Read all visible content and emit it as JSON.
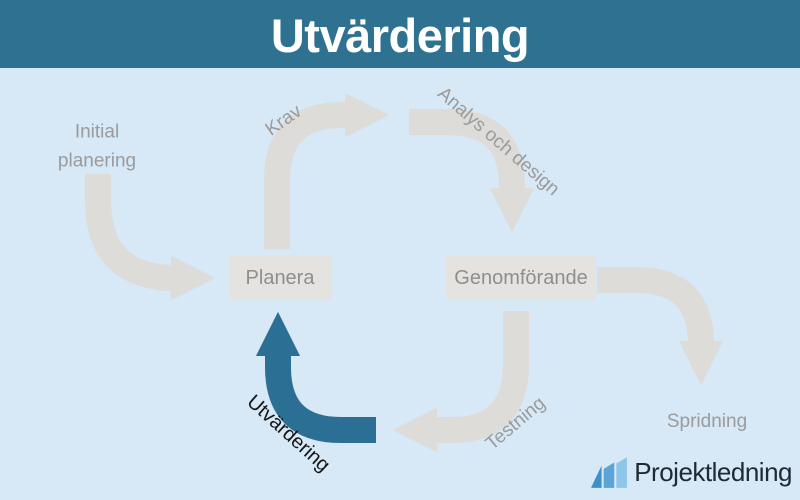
{
  "header": {
    "title": "Utvärdering"
  },
  "colors": {
    "header_bg": "#2e7190",
    "canvas_bg": "#d7e8f7",
    "arrow_gray": "#dddcd8",
    "arrow_teal": "#2b7094",
    "box_fill": "#e4e3e0",
    "box_text": "#8e8e8e",
    "label_gray": "#9b9b9b",
    "label_dark": "#161616",
    "logo_text_color": "#1e2a35",
    "logo_bar_colors": [
      "#3f90c8",
      "#5aa5d6",
      "#8ec6ea"
    ]
  },
  "nodes": {
    "planera": {
      "label": "Planera"
    },
    "genomforande": {
      "label": "Genomförande"
    }
  },
  "stage_labels": {
    "initial": "Initial planering",
    "krav": "Krav",
    "analys": "Analys och design",
    "testning": "Testning",
    "spridning": "Spridning",
    "utvardering": "Utvärdering"
  },
  "logo": {
    "text": "Projektledning"
  }
}
